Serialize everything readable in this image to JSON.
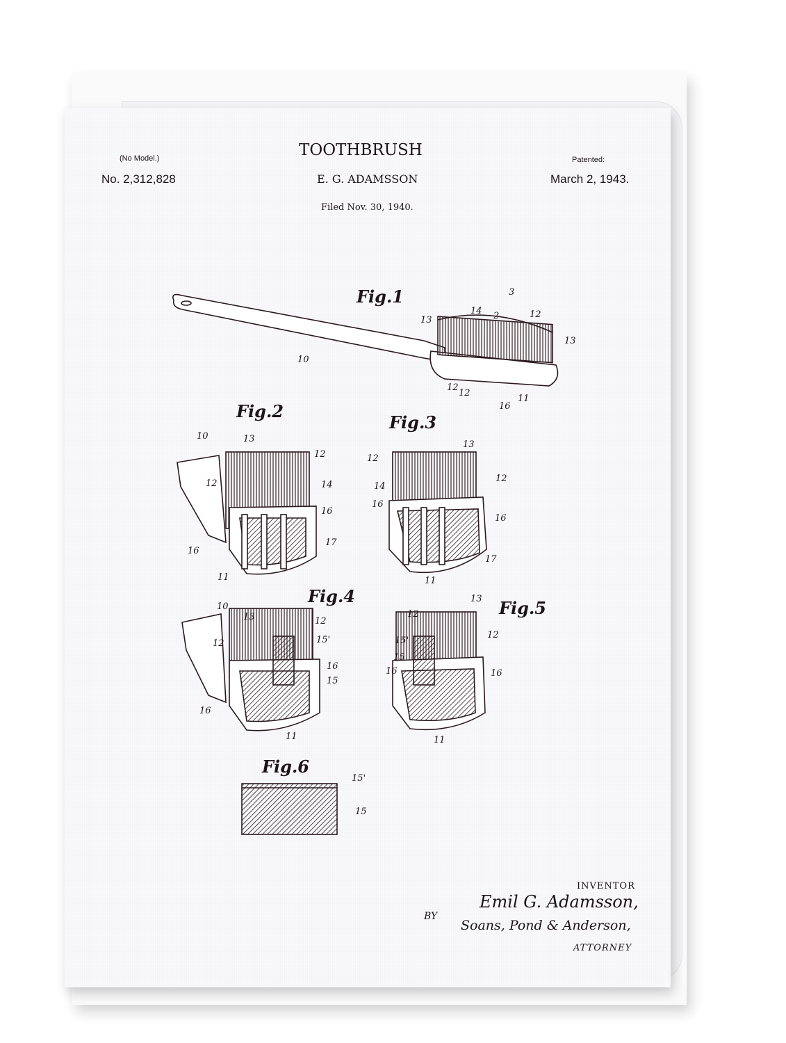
{
  "header": {
    "no_model": "(No Model.)",
    "patent_number": "No. 2,312,828",
    "title": "TOOTHBRUSH",
    "inventor_name": "E. G. ADAMSSON",
    "filed": "Filed Nov. 30, 1940.",
    "patented_label": "Patented:",
    "patented_date": "March 2, 1943."
  },
  "figures": {
    "labels": [
      "Fig.1",
      "Fig.2",
      "Fig.3",
      "Fig.4",
      "Fig.5",
      "Fig.6"
    ],
    "callouts": [
      "10",
      "13",
      "14",
      "12",
      "13",
      "12",
      "12",
      "16",
      "11",
      "2",
      "3",
      "10",
      "13",
      "12",
      "12",
      "14",
      "16",
      "16",
      "17",
      "11",
      "12",
      "13",
      "12",
      "14",
      "16",
      "16",
      "17",
      "11",
      "10",
      "13",
      "12",
      "12",
      "15'",
      "16",
      "15",
      "16",
      "11",
      "12",
      "13",
      "12",
      "15'",
      "15",
      "16",
      "16",
      "11",
      "15'",
      "15"
    ]
  },
  "footer": {
    "inventor_label": "INVENTOR",
    "signature": "Emil G. Adamsson,",
    "by": "BY",
    "attorney_signature": "Soans, Pond & Anderson,",
    "attorney_label": "ATTORNEY"
  }
}
